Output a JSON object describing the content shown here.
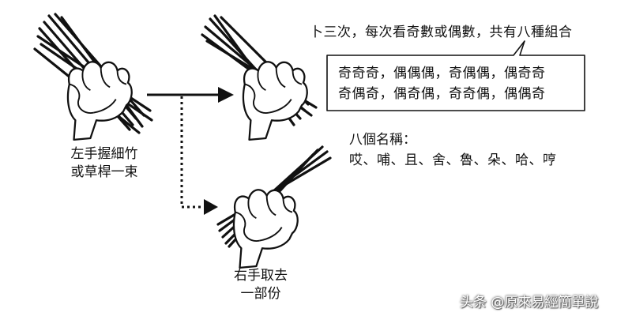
{
  "speech_bubble": {
    "title": "卜三次，每次看奇數或偶數，共有八種組合"
  },
  "combinations_box": {
    "line1": "奇奇奇，偶偶偶，奇偶偶，偶奇奇",
    "line2": "奇偶奇，偶奇偶，奇奇偶，偶偶奇"
  },
  "names": {
    "heading": "八個名稱：",
    "list": "哎、哺、且、舍、魯、朵、哈、哼"
  },
  "left_caption": {
    "line1": "左手握細竹",
    "line2": "或草桿一束"
  },
  "right_caption": {
    "line1": "右手取去",
    "line2": "一部份"
  },
  "watermark": "头条 @原來易經簡單說"
}
